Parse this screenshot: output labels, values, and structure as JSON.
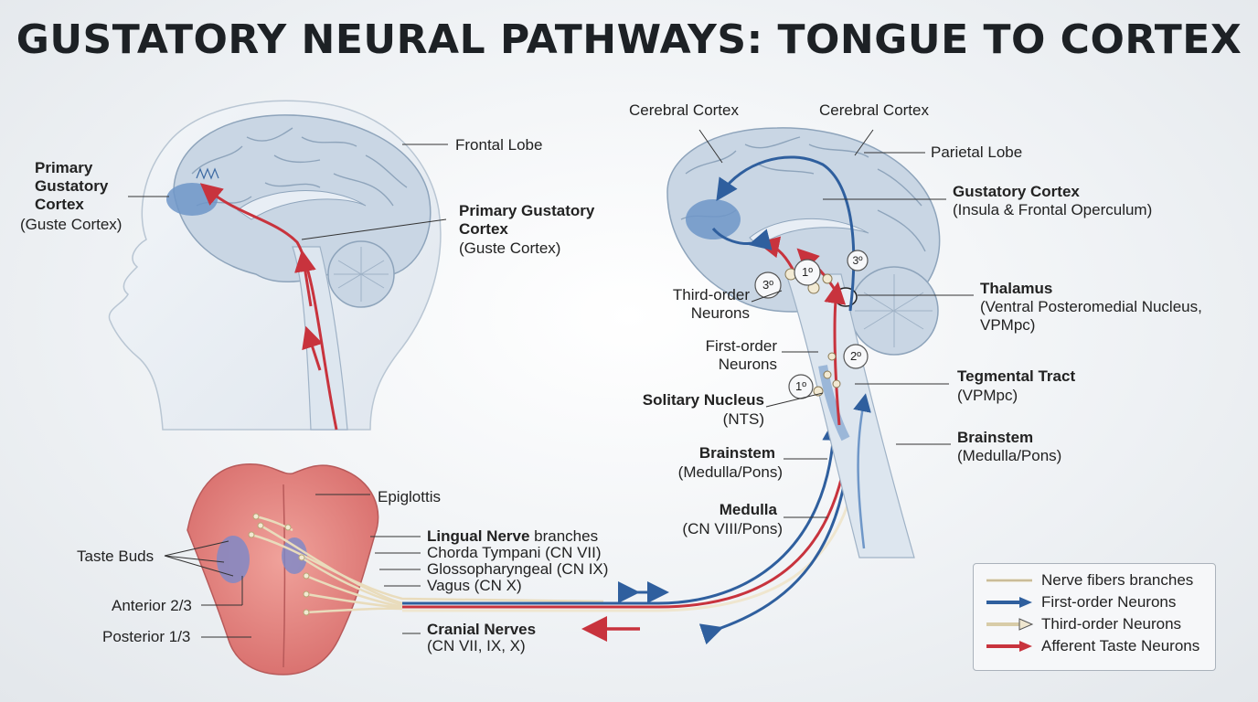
{
  "title": "GUSTATORY NEURAL PATHWAYS: TONGUE TO CORTEX",
  "head_labels": {
    "frontal_lobe": "Frontal Lobe",
    "left_cortex_title": "Primary\nGustatory\nCortex",
    "left_cortex_sub": "(Guste Cortex)",
    "right_cortex_title": "Primary Gustatory\nCortex",
    "right_cortex_sub": "(Guste Cortex)"
  },
  "tongue_labels": {
    "epiglottis": "Epiglottis",
    "taste_buds": "Taste Buds",
    "anterior": "Anterior 2/3",
    "posterior": "Posterior 1/3",
    "lingual_bold": "Lingual Nerve",
    "lingual_rest": " branches",
    "chorda": "Chorda Tympani (CN VII)",
    "glosso": "Glossopharyngeal (CN IX)",
    "vagus": "Vagus (CN X)",
    "cranial_title": "Cranial Nerves",
    "cranial_sub": "(CN VII, IX, X)"
  },
  "brain_labels": {
    "cerebral_cortex_1": "Cerebral Cortex",
    "cerebral_cortex_2": "Cerebral Cortex",
    "parietal": "Parietal Lobe",
    "gustatory_title": "Gustatory Cortex",
    "gustatory_sub": "(Insula & Frontal Operculum)",
    "thalamus_title": "Thalamus",
    "thalamus_sub": "(Ventral Posteromedial Nucleus,\nVPMpc)",
    "third_order": "Third-order\nNeurons",
    "first_order": "First-order\nNeurons",
    "tegmental_title": "Tegmental Tract",
    "tegmental_sub": "(VPMpc)",
    "solitary_title": "Solitary Nucleus",
    "solitary_sub": "(NTS)",
    "brainstem_r_title": "Brainstem",
    "brainstem_r_sub": "(Medulla/Pons)",
    "brainstem_l_title": "Brainstem",
    "brainstem_l_sub": "(Medulla/Pons)",
    "medulla_title": "Medulla",
    "medulla_sub": "(CN VIII/Pons)",
    "badge_1": "1º",
    "badge_2": "2º",
    "badge_3a": "3º",
    "badge_3b": "3º",
    "badge_1b": "1º"
  },
  "legend": {
    "items": [
      {
        "label": "Nerve fibers branches",
        "swatch": "nerve"
      },
      {
        "label": "First-order Neurons",
        "swatch": "blue"
      },
      {
        "label": "Third-order Neurons",
        "swatch": "beige"
      },
      {
        "label": "Afferent Taste Neurons",
        "swatch": "red"
      }
    ]
  },
  "colors": {
    "afferent_red": "#c8333d",
    "first_order_blue": "#2f5f9e",
    "nerve_beige": "#efe6cf",
    "brain_blue": "#c9d6e4",
    "tongue_pink": "#de7b78"
  }
}
